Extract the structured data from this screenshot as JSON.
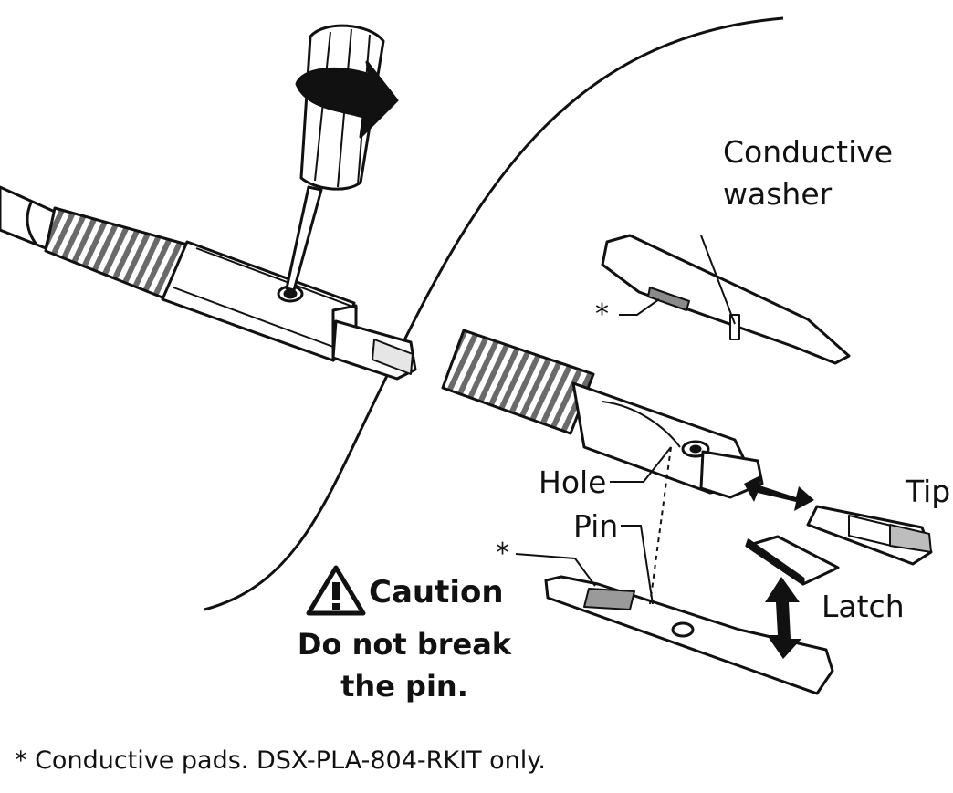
{
  "labels": {
    "conductive_washer_line1": "Conductive",
    "conductive_washer_line2": "washer",
    "asterisk": "*",
    "hole": "Hole",
    "pin": "Pin",
    "tip": "Tip",
    "latch": "Latch"
  },
  "caution": {
    "title": "Caution",
    "line1": "Do not break",
    "line2": "the pin."
  },
  "footnote": "* Conductive pads. DSX-PLA-804-RKIT only."
}
